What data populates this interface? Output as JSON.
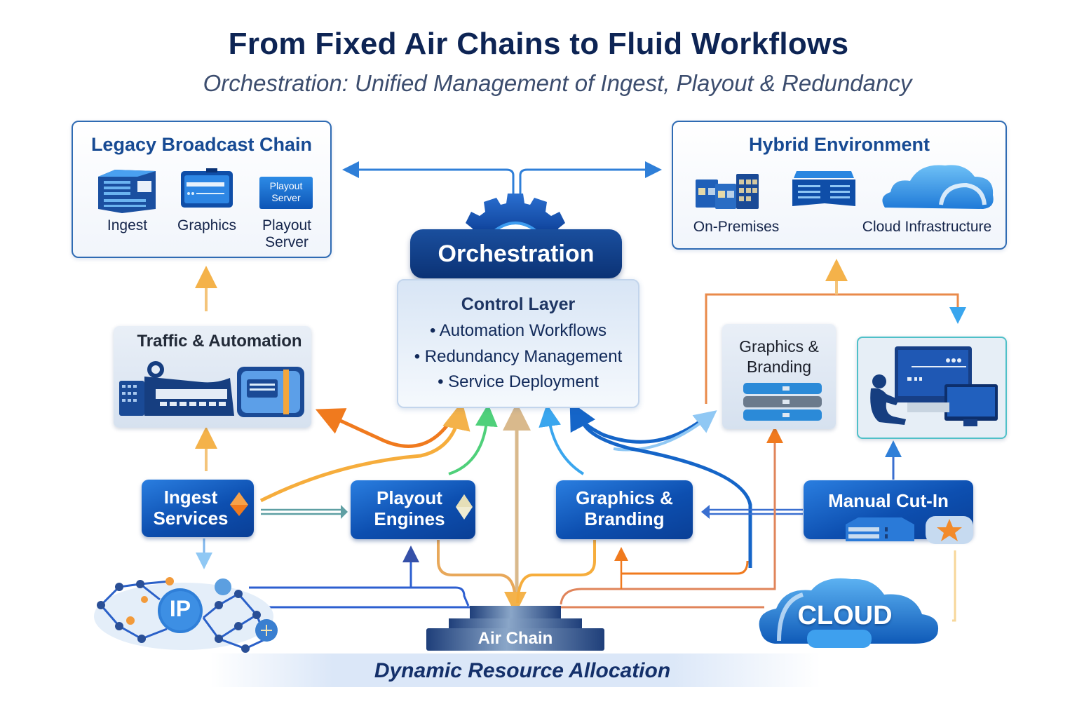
{
  "header": {
    "title": "From Fixed Air Chains to Fluid Workflows",
    "subtitle": "Orchestration: Unified Management of Ingest, Playout & Redundancy"
  },
  "legacy": {
    "title": "Legacy Broadcast Chain",
    "items": [
      {
        "label": "Ingest",
        "icon": "server-rack-icon"
      },
      {
        "label": "Graphics",
        "icon": "graphics-card-icon"
      },
      {
        "label_line1": "Playout",
        "label_line2": "Server",
        "icon": "playout-server-icon",
        "badge_line1": "Playout",
        "badge_line2": "Server"
      }
    ]
  },
  "hybrid": {
    "title": "Hybrid Environment",
    "items": [
      {
        "label": "On-Premises",
        "icon": "on-premises-servers-icon"
      },
      {
        "label": "",
        "icon": "data-center-icon"
      },
      {
        "label": "Cloud Infrastructure",
        "icon": "cloud-icon"
      }
    ]
  },
  "orchestration": {
    "label": "Orchestration",
    "icon": "gear-icon",
    "control_layer": {
      "title": "Control Layer",
      "bullets": [
        "• Automation Workflows",
        "• Redundancy Management",
        "• Service Deployment"
      ]
    }
  },
  "cards": {
    "traffic": {
      "title": "Traffic & Automation"
    },
    "graphics": {
      "title_line1": "Graphics &",
      "title_line2": "Branding"
    },
    "operator": {
      "title": ""
    }
  },
  "nodes": {
    "ingest": {
      "line1": "Ingest",
      "line2": "Services"
    },
    "playout": {
      "line1": "Playout",
      "line2": "Engines"
    },
    "graphics": {
      "line1": "Graphics &",
      "line2": "Branding"
    },
    "manual": {
      "line1": "Manual Cut-In"
    }
  },
  "bottom": {
    "ip_label": "IP",
    "air_chain": "Air Chain",
    "cloud_label": "CLOUD",
    "dynamic_allocation": "Dynamic Resource Allocation"
  },
  "colors": {
    "navy": "#0d2454",
    "brand_blue": "#0d4fb0",
    "orange": "#f07a1e",
    "amber": "#f4b24a",
    "green": "#4fd07a",
    "sky": "#3aa6ee"
  }
}
